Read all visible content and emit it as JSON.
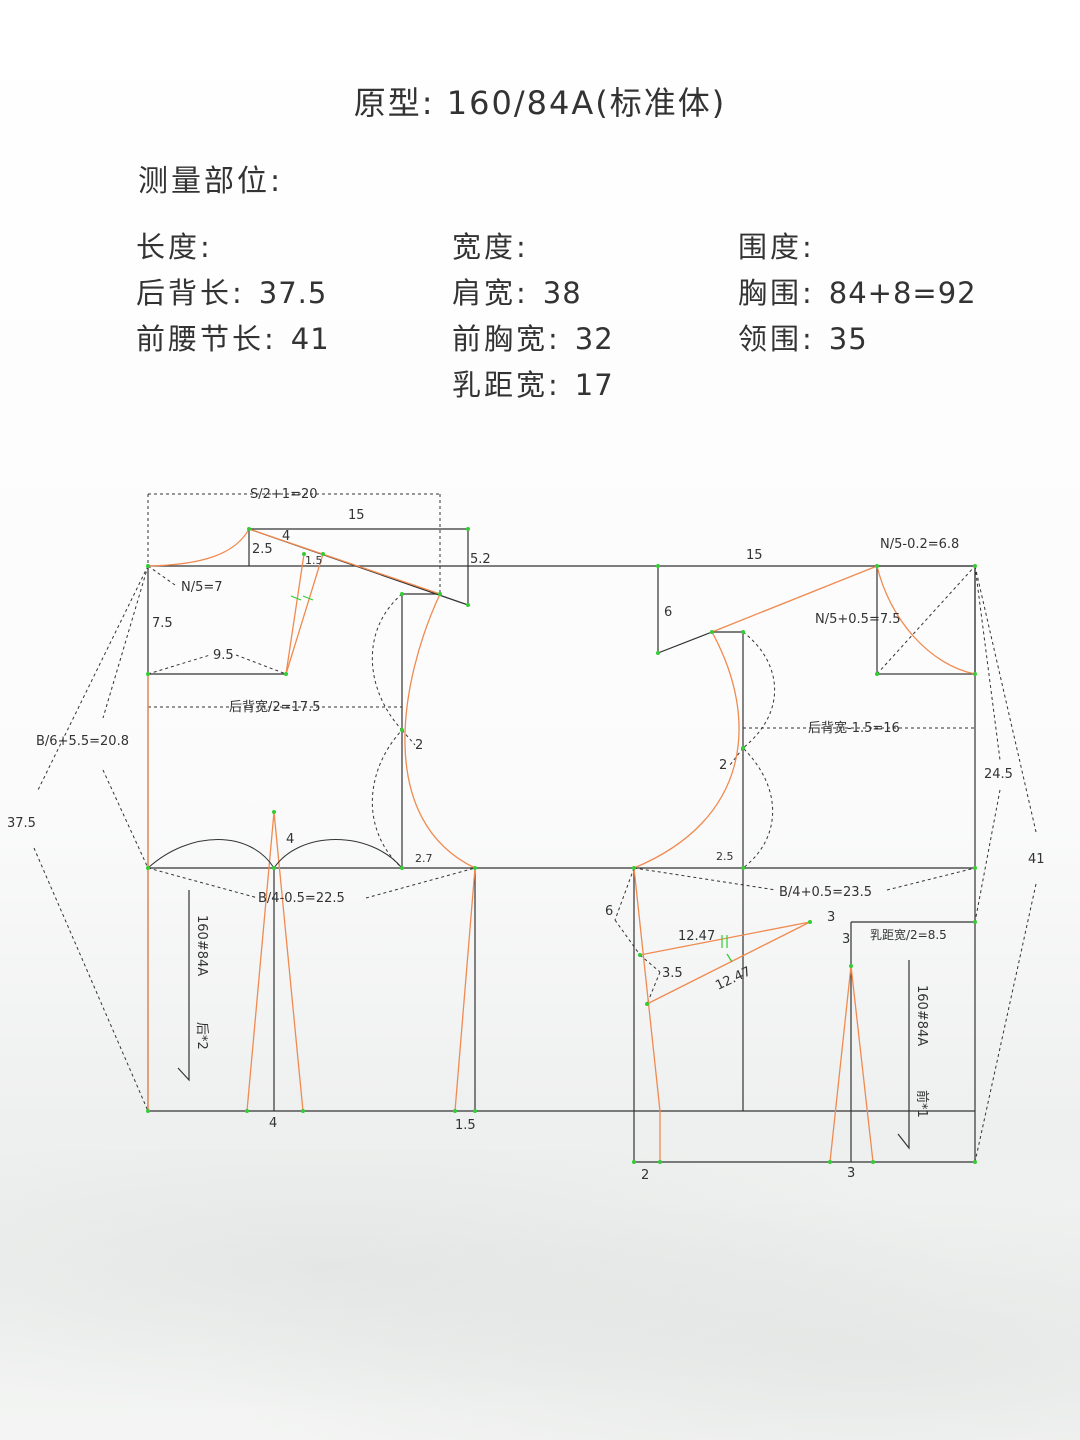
{
  "title": "原型: 160/84A(标准体)",
  "section_title": "测量部位:",
  "columns": {
    "length": {
      "header": "长度:",
      "rows": [
        {
          "label": "后背长:",
          "value": "37.5"
        },
        {
          "label": "前腰节长:",
          "value": "41"
        }
      ]
    },
    "width": {
      "header": "宽度:",
      "rows": [
        {
          "label": "肩宽:",
          "value": "38"
        },
        {
          "label": "前胸宽:",
          "value": "32"
        },
        {
          "label": "乳距宽:",
          "value": "17"
        }
      ]
    },
    "girth": {
      "header": "围度:",
      "rows": [
        {
          "label": "胸围:",
          "value": "84+8=92"
        },
        {
          "label": "领围:",
          "value": "35"
        }
      ]
    }
  },
  "pattern": {
    "back": {
      "shoulder_formula": "S/2+1=20",
      "shoulder_slope": "15",
      "neck_rise": "2.5",
      "neck_offset": "4",
      "dart_small": "1.5",
      "slope_drop": "5.2",
      "neck_width": "N/5=7",
      "neck_depth": "7.5",
      "dart_base": "9.5",
      "back_width": "后背宽/2=17.5",
      "armhole_mark": "2",
      "armhole_corner": "2.7",
      "dart_depth": "4",
      "bust": "B/4-0.5=22.5",
      "side_left": "B/6+5.5=20.8",
      "back_length": "37.5",
      "waist_dart": "4",
      "side_dart": "1.5",
      "size_label": "160#84A",
      "piece_label": "后*2"
    },
    "front": {
      "shoulder_slope": "15",
      "neck_formula": "N/5-0.2=6.8",
      "shoulder_drop": "6",
      "neck_depth": "N/5+0.5=7.5",
      "chest_width": "后背宽-1.5=16",
      "armhole_mark": "2",
      "armhole_corner": "2.5",
      "bust": "B/4+0.5=23.5",
      "front_length": "24.5",
      "front_waist": "41",
      "side_drop": "6",
      "dart_leg_a": "12.47",
      "dart_leg_b": "12.47",
      "dart_open": "3.5",
      "apex_drop": "3",
      "apex_step": "3",
      "bust_point": "乳距宽/2=8.5",
      "side_extra": "2",
      "waist_dart": "3",
      "size_label": "160#84A",
      "piece_label": "前*1"
    }
  },
  "colors": {
    "orange": "#f08a50",
    "line": "#333333",
    "point": "#33cc33"
  }
}
